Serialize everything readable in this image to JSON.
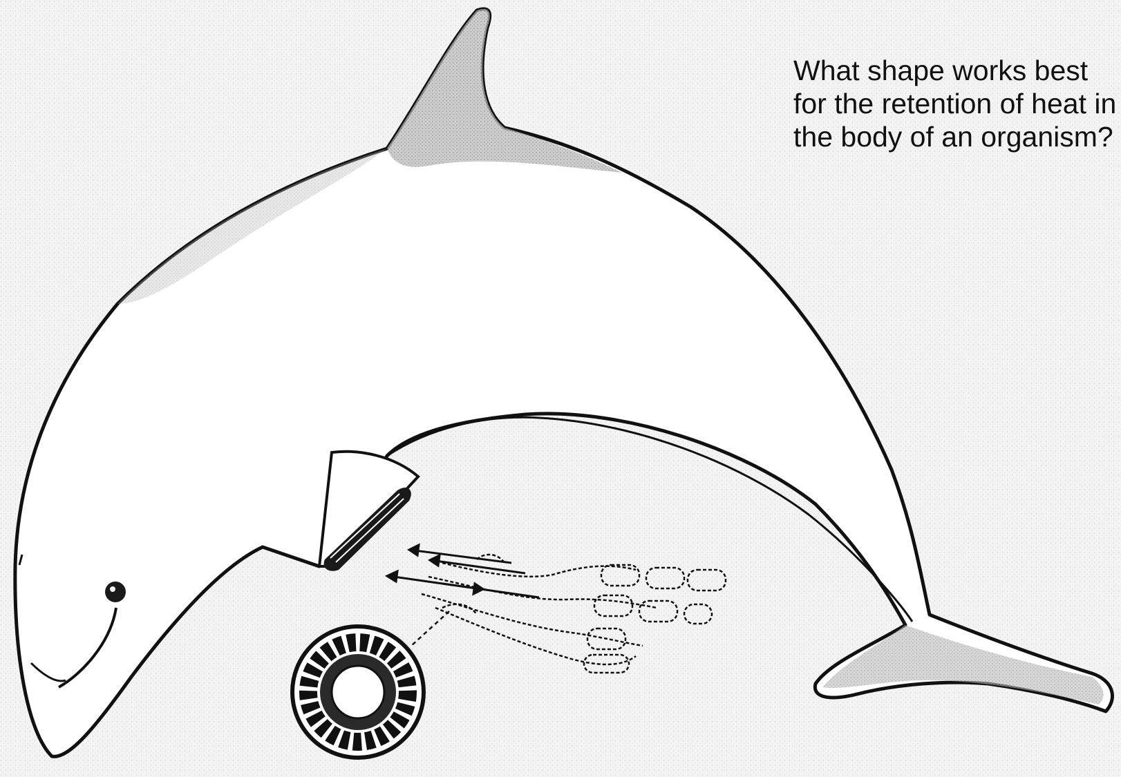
{
  "question": {
    "lines": [
      "What shape works best",
      "for the retention of heat in",
      "the body of an organism?"
    ]
  },
  "illustration": {
    "subject": "dolphin",
    "icons": [
      "dolphin-drawing",
      "flipper-cutaway",
      "blood-vessel-network",
      "vessel-cross-section",
      "flow-arrows"
    ]
  },
  "colors": {
    "background": "#f3f3f3",
    "ink": "#111111",
    "stipple": "#8a8a8a"
  }
}
